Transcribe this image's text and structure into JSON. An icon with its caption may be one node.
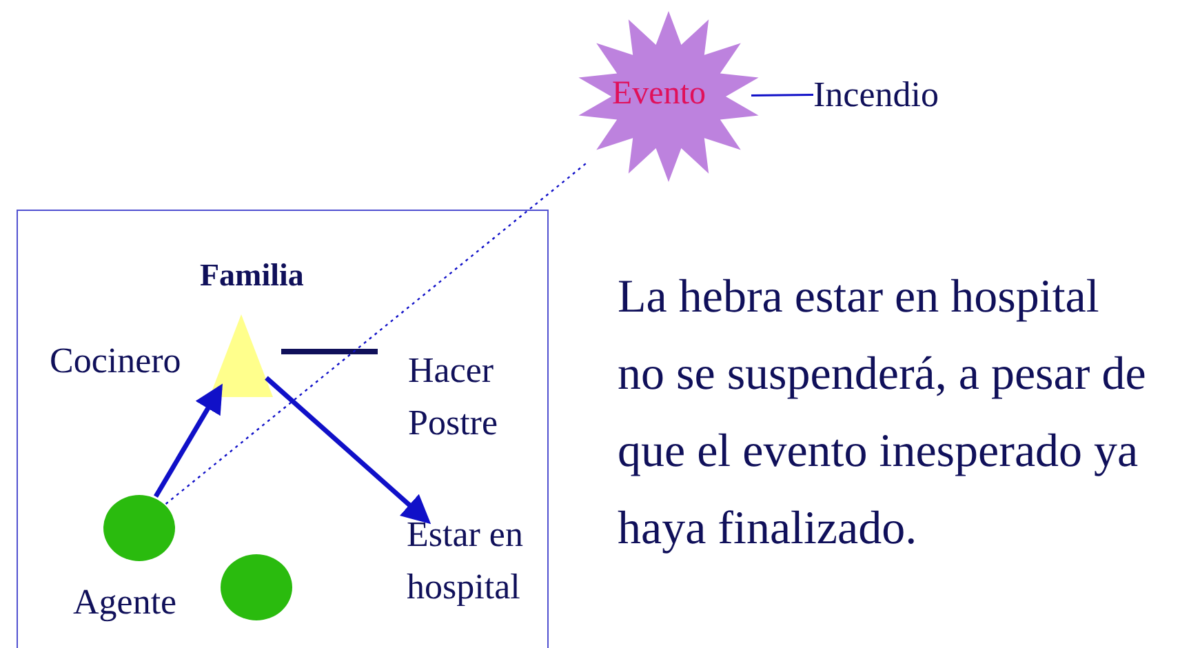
{
  "diagram": {
    "nodes": [
      {
        "text": [
          "Evento"
        ]
      },
      {
        "text": [
          "Incendio"
        ]
      },
      {
        "text": [],
        "shape": "box"
      },
      {
        "text": [
          "Familia"
        ],
        "beside": [
          "Cocinero"
        ],
        "in": 2
      },
      {
        "text": [
          "Estar en hospital"
        ],
        "in": 2
      },
      {
        "text": [
          "Agente"
        ],
        "in": 2
      },
      {
        "text": [],
        "shape": "circle",
        "in": 2
      }
    ],
    "edges": [
      {
        "from": 0,
        "to": 1,
        "arrow": "none"
      },
      {
        "from": 5,
        "to": 0,
        "arrow": "none",
        "style": "dashed"
      },
      {
        "from": 5,
        "to": 3,
        "arrow": "to",
        "style": "thick"
      },
      {
        "from": 3,
        "to": 4,
        "arrow": "to",
        "style": "thick"
      }
    ],
    "labels": [
      "Hacer Postre",
      "La hebra estar en hospital no se suspenderá, a pesar de que el evento inesperado ya haya finalizado."
    ]
  }
}
